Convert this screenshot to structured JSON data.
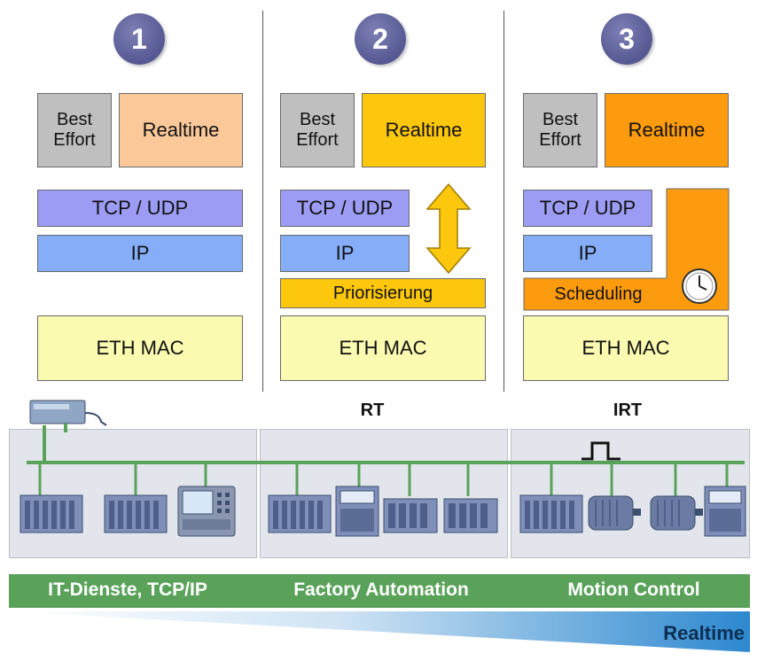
{
  "columns": [
    {
      "number": "1",
      "best_effort": "Best Effort",
      "realtime": "Realtime",
      "tcp_udp": "TCP / UDP",
      "ip": "IP",
      "eth_mac": "ETH MAC"
    },
    {
      "number": "2",
      "best_effort": "Best Effort",
      "realtime": "Realtime",
      "tcp_udp": "TCP / UDP",
      "ip": "IP",
      "middle_layer": "Priorisierung",
      "eth_mac": "ETH MAC",
      "class_label": "RT"
    },
    {
      "number": "3",
      "best_effort": "Best Effort",
      "realtime": "Realtime",
      "tcp_udp": "TCP / UDP",
      "ip": "IP",
      "middle_layer": "Scheduling",
      "eth_mac": "ETH MAC",
      "class_label": "IRT"
    }
  ],
  "bottom_bar": {
    "segments": [
      "IT-Dienste, TCP/IP",
      "Factory Automation",
      "Motion Control"
    ]
  },
  "realtime_wedge_label": "Realtime",
  "colors": {
    "best_effort": "#bfbfbf",
    "realtime_1": "#fbc89a",
    "realtime_2": "#fcc70c",
    "realtime_3": "#fc9b0e",
    "tcp_udp": "#9d9cf4",
    "ip": "#86aef8",
    "eth_mac": "#fafab0",
    "bar_green": "#5aa25a",
    "wedge_blue": "#3a8fd0"
  },
  "icons": [
    "double-arrow-icon",
    "clock-icon",
    "pulse-icon",
    "pc-icon",
    "plc-rack-icon",
    "hmi-panel-icon",
    "drive-icon",
    "motor-icon",
    "io-module-icon"
  ]
}
